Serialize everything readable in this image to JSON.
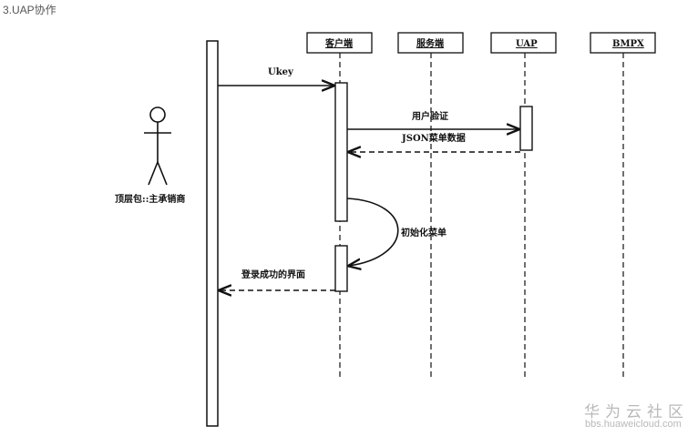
{
  "caption": "3.UAP协作",
  "actor": {
    "name": "顶层包::主承销商"
  },
  "lifelines": [
    "客户端",
    "服务端",
    "UAP",
    "BMPX"
  ],
  "messages": {
    "ukey": "Ukey",
    "user_auth": "用户验证",
    "json_menu": "JSON菜单数据",
    "init_menu": "初始化菜单",
    "login_success": "登录成功的界面"
  },
  "watermark": {
    "brand": "华为云社区",
    "url": "bbs.huaweicloud.com"
  }
}
